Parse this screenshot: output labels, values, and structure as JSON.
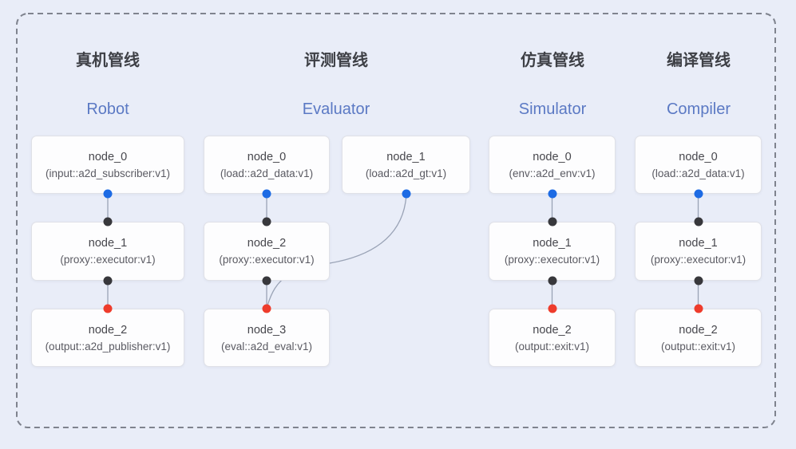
{
  "pipelines": [
    {
      "id": "robot",
      "title_zh": "真机管线",
      "title_en": "Robot",
      "nodes": [
        {
          "name": "node_0",
          "type": "(input::a2d_subscriber:v1)"
        },
        {
          "name": "node_1",
          "type": "(proxy::executor:v1)"
        },
        {
          "name": "node_2",
          "type": "(output::a2d_publisher:v1)"
        }
      ]
    },
    {
      "id": "evaluator",
      "title_zh": "评测管线",
      "title_en": "Evaluator",
      "nodes": [
        {
          "name": "node_0",
          "type": "(load::a2d_data:v1)"
        },
        {
          "name": "node_1",
          "type": "(load::a2d_gt:v1)"
        },
        {
          "name": "node_2",
          "type": "(proxy::executor:v1)"
        },
        {
          "name": "node_3",
          "type": "(eval::a2d_eval:v1)"
        }
      ]
    },
    {
      "id": "simulator",
      "title_zh": "仿真管线",
      "title_en": "Simulator",
      "nodes": [
        {
          "name": "node_0",
          "type": "(env::a2d_env:v1)"
        },
        {
          "name": "node_1",
          "type": "(proxy::executor:v1)"
        },
        {
          "name": "node_2",
          "type": "(output::exit:v1)"
        }
      ]
    },
    {
      "id": "compiler",
      "title_zh": "编译管线",
      "title_en": "Compiler",
      "nodes": [
        {
          "name": "node_0",
          "type": "(load::a2d_data:v1)"
        },
        {
          "name": "node_1",
          "type": "(proxy::executor:v1)"
        },
        {
          "name": "node_2",
          "type": "(output::exit:v1)"
        }
      ]
    }
  ],
  "colors": {
    "background": "#e9edf8",
    "box_fill": "#fdfdfe",
    "box_border": "#e0e1e7",
    "frame": "#7f838e",
    "wire": "#9aa3b6",
    "title_zh": "#3e4046",
    "title_en": "#5b79c4",
    "node_name": "#47474d",
    "node_type": "#5a5a62",
    "port_source": "#1d6be4",
    "port_proxy": "#38383c",
    "port_sink": "#ee3c2c"
  }
}
